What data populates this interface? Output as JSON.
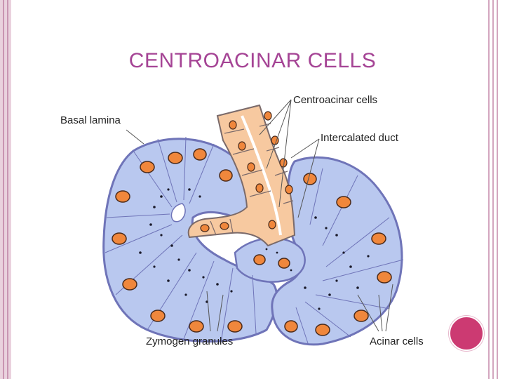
{
  "title": "CENTROACINAR CELLS",
  "labels": {
    "centroacinar_cells": "Centroacinar cells",
    "intercalated_duct": "Intercalated duct",
    "basal_lamina": "Basal lamina",
    "zymogen_granules": "Zymogen granules",
    "acinar_cells": "Acinar cells"
  },
  "colors": {
    "title": "#a54495",
    "acinar_fill": "#b9c8ef",
    "acinar_stroke": "#6f74b8",
    "duct_fill": "#f7c9a0",
    "duct_stroke": "#7a6a6a",
    "nucleus": "#f0873c",
    "accent_dot": "#cc3a72",
    "frame": "#ead2de"
  }
}
